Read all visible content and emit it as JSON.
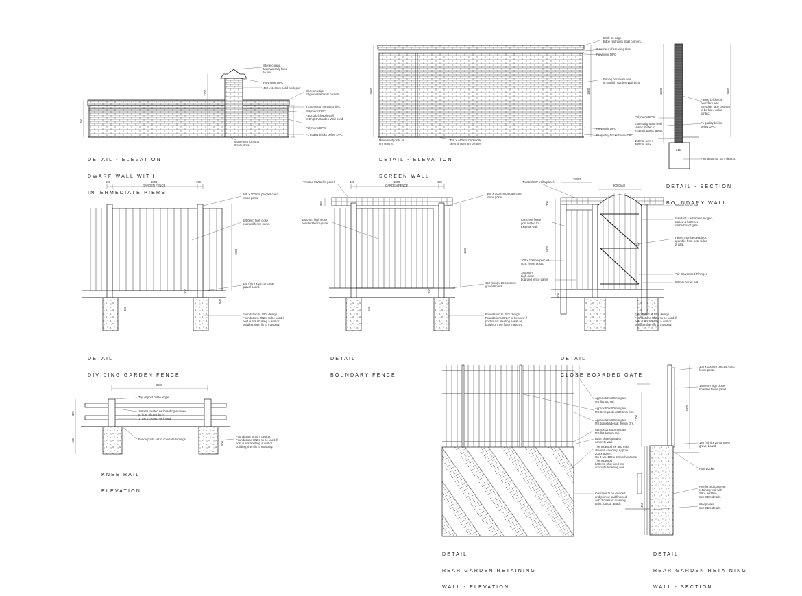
{
  "titles": {
    "dwarf": [
      "DETAIL - ELEVATION",
      "DWARF WALL WITH",
      "INTERMEDIATE PIERS"
    ],
    "screen": [
      "DETAIL - ELEVATION",
      "SCREEN WALL"
    ],
    "section": [
      "DETAIL - SECTION",
      "BOUNDARY WALL"
    ],
    "dividing": [
      "DETAIL",
      "DIVIDING GARDEN FENCE"
    ],
    "boundary": [
      "DETAIL",
      "BOUNDARY FENCE"
    ],
    "gate": [
      "DETAIL",
      "CLOSE BOARDED GATE"
    ],
    "knee": [
      "KNEE RAIL",
      "ELEVATION"
    ],
    "retain_elev": [
      "DETAIL",
      "REAR GARDEN RETAINING",
      "WALL - ELEVATION"
    ],
    "retain_sect": [
      "DETAIL",
      "REAR GARDEN RETAINING",
      "WALL - SECTION"
    ]
  },
  "notes": {
    "dwarf_stone": "Stone coping.\nMechanically fixed\nto pier.",
    "dwarf_dpc": "Polymeric DPC",
    "dwarf_pier": "440 x 440mm solid brick pier",
    "dwarf_brick_edge": "Brick on edge.\nEdge restraints at corners.",
    "dwarf_creasing": "2 courses of creasing tiles.",
    "dwarf_dpc2": "Polymeric DPC",
    "dwarf_facing": "Facing brickwork wall\nin English Garden Wall bond.",
    "dwarf_dpc3": "Polymeric DPC",
    "dwarf_fl": "FL quality bricks below DPC.",
    "dwarf_movement": "Movement joints at\n6m centres.",
    "screen_brick_edge": "Brick on edge.\nEdge restraints at all corners.",
    "screen_creasing": "2 courses of creasing tiles.",
    "screen_dpc": "Polymeric DPC",
    "screen_facing": "Facing brickwork wall\nin English Garden Wall bond",
    "screen_dpc2": "Polymeric DPC",
    "screen_fl": "FL quality bricks below DPC.",
    "screen_movement": "Movement joints at\n6m centres.",
    "screen_piers": "440 x 440mm brickwork\npiers at nom 6m centres",
    "section_facing": "Facing brickwork\nboundary wall.\nStretcher face courses\nto be laid / collar\njointed.",
    "section_dpc": "Polymeric DPC",
    "section_ground": "External ground level\nVaries. Refer to\nexternal works layout",
    "section_fl": "FL quality bricks\nbelow DPC",
    "section_depth": "150mm nom /\n200mm max.",
    "section_foundation": "Foundation to SE's design.",
    "fence_post": "100 x 100mm precast conc\nfence posts.",
    "fence_panel": "1800mm high close\nboarded fence panel.",
    "fence_gravel": "150 (min) x 25 concrete\ngravel board.",
    "fence_foundation": "Foundation to SE's design.\nFoundations ONLY to be used if\npost is not abutting a wall or\nbuilding, then fix to masonry.",
    "bfence_trellis": "Treated SW trellis panel.",
    "bfence_post": "100 x 100mm precast conc\nfence posts.",
    "bfence_panel": "1800mm high close\nboarded fence panel.",
    "bfence_gravel": "150 (min) x 25 concrete\ngravel board.",
    "bfence_foundation": "Foundation to SE's design.\nFoundations ONLY to be used if\npost is not abutting a wall or\nbuilding, then fix to masonry.",
    "gate_trellis": "Treated SW trellis panel.",
    "gate_conc_post": "Concrete fence\npost bolted to\nexternal wall.",
    "gate_post": "100 x 100mm precast\nconc fence posts.",
    "gate_panel": "1800mm\nhigh close\nboarded fence panel.",
    "gate_barrel": "200mm barrel bolt.",
    "gate_framed": "Standard s.w framed, ledged,\nbraced & battened\nfeatherboard gate.",
    "gate_lever": "5 lever mortice deadlock\noperable from both sides\nof gate.",
    "gate_hinges": "Pair Galvanised T hinges",
    "gate_barrel2": "200mm barrel bolt.",
    "gate_foundation": "Foundation to SE's design.\nFoundations ONLY to be used if\npost is not abutting a wall or\nbuilding, then fix to masonry.",
    "knee_top": "Top of post cut to angle",
    "knee_board": "100x36 treated sw boarding screwed\nto front of post face",
    "knee_post": "175x75 treated sw board",
    "knee_conc": "Fence posts set in concrete footings.",
    "knee_foundation": "Foundation to SE's design.\nFoundations ONLY to be used if\npost is not abutting a wall or\nbuilding, then fix to masonry.",
    "ret_top_rail": "Approx 12 x 60mm galv\nMS flat top rail.",
    "ret_posts": "Approx 50 x 50mm galv\nMS SHS posts at 800mm ctrs.",
    "ret_balusters": "Approx 12 x 50mm galv\nMS balustrades at 80mm ctrs.",
    "ret_bottom_rail": "Approx 12 x 50mm galv\nMS flat bottom rail.",
    "ret_base_plate": "Base plate bolted to\nconcrete wall.",
    "ret_thermowood": "Thermowood 'rk' and rhea\nchevron cladding. Approx\n200 x 50mm.\nOn 3 No. 100 x 50mm horizontal\nThermowood\nbattens, shot fixed into\nconcrete retaining wall.",
    "ret_concrete": "Concrete to be cleaned\nand primed and finished\nwith 2 coats of masonry\npaint. Colour: Black.",
    "sect_post": "100 x 100mm precast conc\nfence posts.",
    "sect_panel": "1800mm high close\nboarded fence panel.",
    "sect_gravel": "150 (min) x 25 concrete\ngravel board.",
    "sect_pocket": "Post pocket",
    "sect_rc": "Reinforced concrete\nretaining wall with\nSIKA additive.\nSee SE's details.",
    "sect_weep": "Weepholes.\nSee SE's details."
  },
  "dims": {
    "dwarf_h": "450",
    "dwarf_pier_h": "1200",
    "dwarf_left": "450",
    "screen_h": "1800",
    "screen_hr": "1800",
    "section_h": "1800",
    "section_hr": "1800",
    "section_w": "215",
    "section_b": "150",
    "fence_100a": "100",
    "fence_1800": "1800",
    "fence_100b": "100",
    "fence_label": "GARDEN FENCE",
    "fence_h": "1800",
    "fence_150": "150",
    "fence_600": "600",
    "fence_450": "450",
    "bfence_100a": "100",
    "bfence_1800": "1800",
    "bfence_100b": "100",
    "bfence_label": "GARDEN FENCE",
    "bfence_h": "1800",
    "bfence_300": "300",
    "bfence_150": "150",
    "bfence_600": "600",
    "gate_varies": "Varies",
    "gate_900": "900 Clear",
    "gate_h": "1800",
    "gate_300": "300",
    "gate_100": "100",
    "knee_2000": "2000",
    "knee_h": "375",
    "knee_100": "100",
    "knee_500": "500",
    "ret_h": "1100",
    "sect_h": "1800",
    "sect_h2": "450"
  }
}
